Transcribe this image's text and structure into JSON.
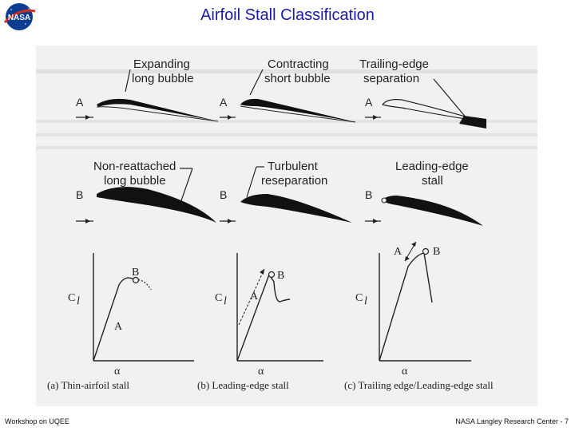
{
  "slide": {
    "title": "Airfoil Stall Classification",
    "footer_left": "Workshop on UQEE",
    "footer_right": "NASA Langley Research Center - 7",
    "logo_text": "NASA"
  },
  "figure": {
    "row_a": {
      "marker": "A",
      "labels": [
        [
          "Expanding",
          "long bubble"
        ],
        [
          "Contracting",
          "short bubble"
        ],
        [
          "Trailing-edge",
          "separation"
        ]
      ]
    },
    "row_b": {
      "marker": "B",
      "labels": [
        [
          "Non-reattached",
          "long bubble"
        ],
        [
          "Turbulent",
          "reseparation"
        ],
        [
          "Leading-edge",
          "stall"
        ]
      ]
    },
    "plots": {
      "cl_label": "C",
      "cl_sub": "l",
      "alpha_label": "α",
      "point_a": "A",
      "point_b": "B",
      "captions": [
        "(a) Thin-airfoil stall",
        "(b) Leading-edge stall",
        "(c) Trailing edge/Leading-edge stall"
      ]
    }
  }
}
